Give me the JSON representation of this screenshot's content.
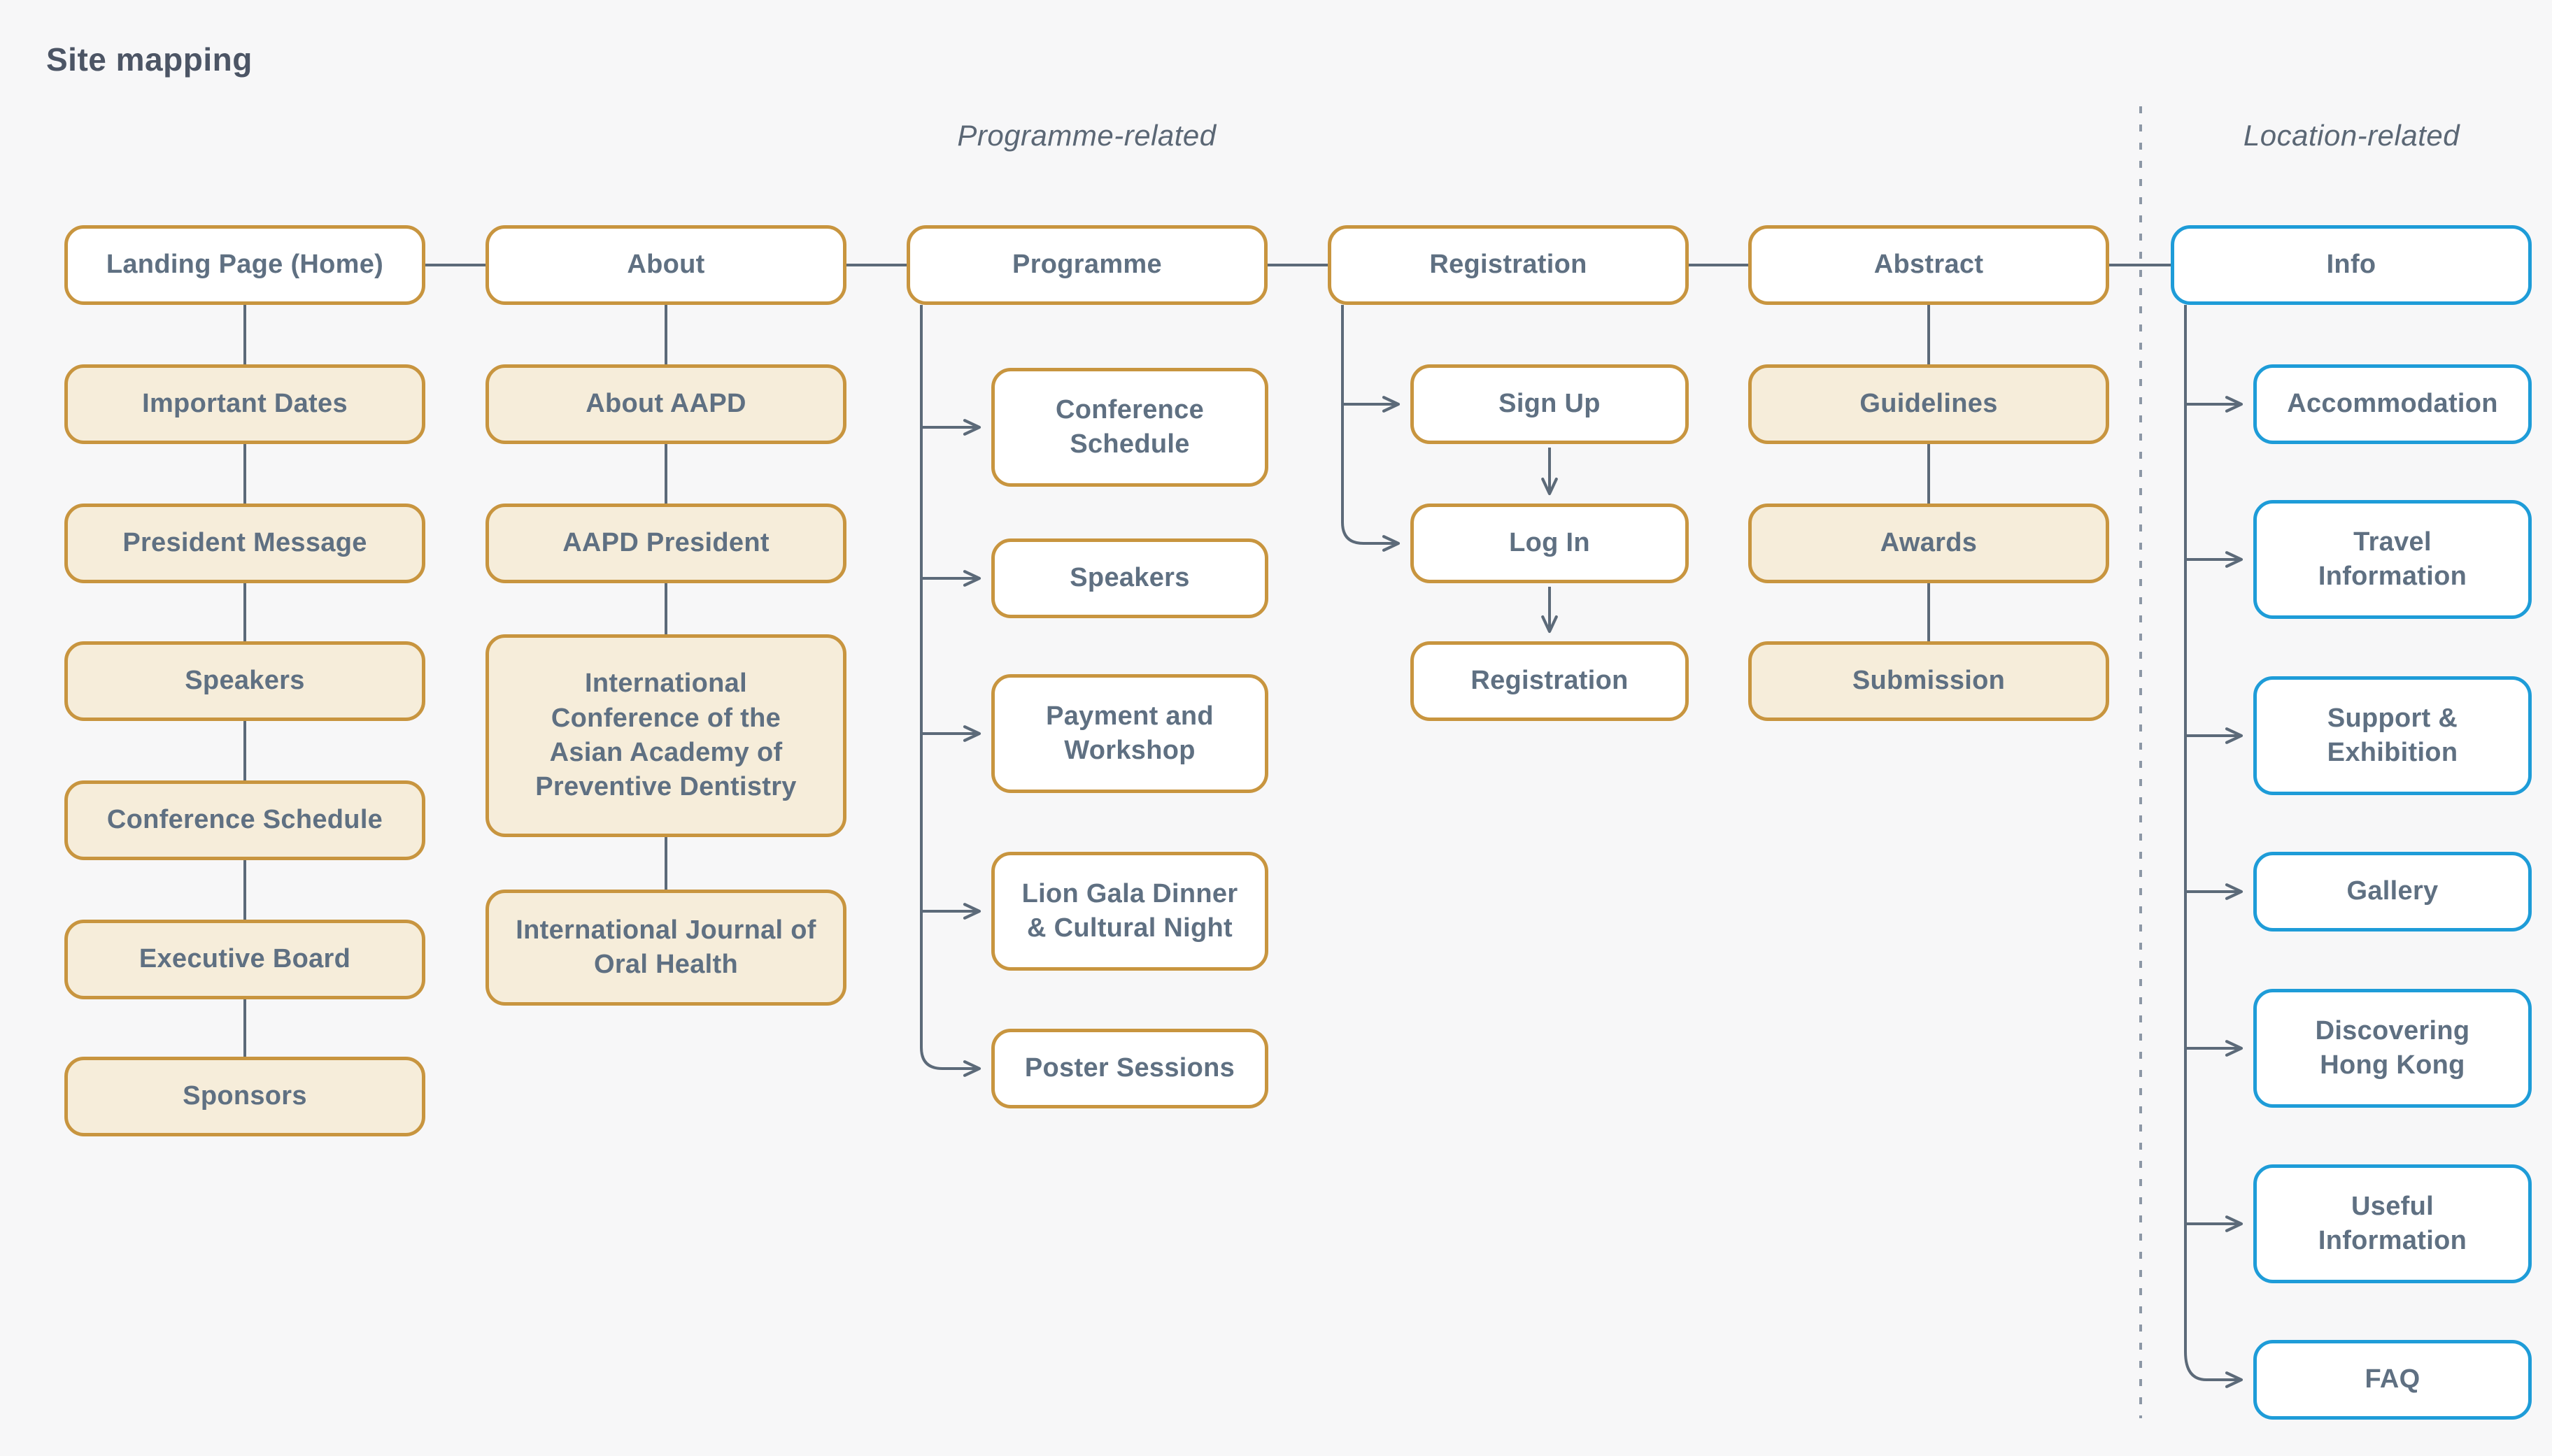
{
  "title": "Site mapping",
  "section_headers": {
    "programme": "Programme-related",
    "location": "Location-related"
  },
  "colors": {
    "background": "#f7f7f8",
    "gold_border": "#c8953f",
    "beige_fill": "#f6edda",
    "blue_border": "#1e9cd8",
    "white_fill": "#ffffff",
    "connector_gray": "#5c6a79",
    "divider_gray": "#8d98a6",
    "text_slate": "#5f7082"
  },
  "columns": [
    {
      "root": "Landing Page (Home)",
      "children": [
        "Important Dates",
        "President Message",
        "Speakers",
        "Conference Schedule",
        "Executive Board",
        "Sponsors"
      ]
    },
    {
      "root": "About",
      "children": [
        "About AAPD",
        "AAPD President",
        "International\nConference of the\nAsian Academy of\nPreventive Dentistry",
        "International Journal of\nOral Health"
      ]
    },
    {
      "root": "Programme",
      "children": [
        "Conference\nSchedule",
        "Speakers",
        "Payment and\nWorkshop",
        "Lion Gala Dinner\n& Cultural Night",
        "Poster Sessions"
      ]
    },
    {
      "root": "Registration",
      "children": [
        "Sign Up",
        "Log In",
        "Registration"
      ]
    },
    {
      "root": "Abstract",
      "children": [
        "Guidelines",
        "Awards",
        "Submission"
      ]
    },
    {
      "root": "Info",
      "children": [
        "Accommodation",
        "Travel\nInformation",
        "Support &\nExhibition",
        "Gallery",
        "Discovering\nHong Kong",
        "Useful\nInformation",
        "FAQ"
      ]
    }
  ]
}
